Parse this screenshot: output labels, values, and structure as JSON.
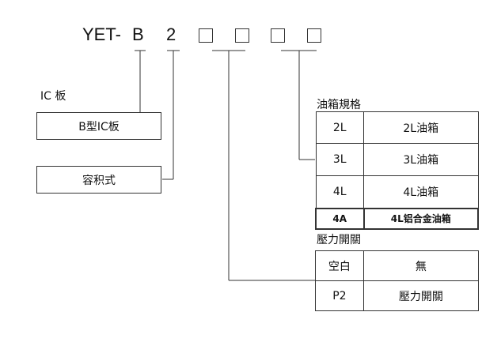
{
  "model": {
    "prefix": "YET-",
    "part_b": "B",
    "part_2": "2"
  },
  "ic_board": {
    "heading": "IC 板",
    "box": "B型IC板"
  },
  "volume_type": {
    "box": "容积式"
  },
  "oil_tank": {
    "heading": "油箱規格",
    "rows": [
      {
        "code": "2L",
        "desc": "2L油箱"
      },
      {
        "code": "3L",
        "desc": "3L油箱"
      },
      {
        "code": "4L",
        "desc": "4L油箱"
      },
      {
        "code": "4A",
        "desc": "4L铝合金油箱"
      }
    ]
  },
  "pressure_switch": {
    "heading": "壓力開關",
    "rows": [
      {
        "code": "空白",
        "desc": "無"
      },
      {
        "code": "P2",
        "desc": "壓力開關"
      }
    ]
  }
}
